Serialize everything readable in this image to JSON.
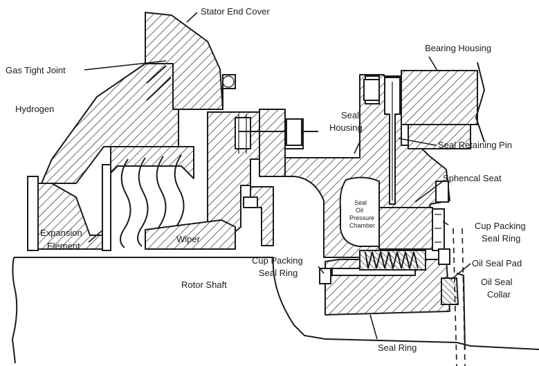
{
  "labels": {
    "stator_end_cover": "Stator End Cover",
    "gas_tight_joint": "Gas Tight Joint",
    "hydrogen": "Hydrogen",
    "bearing_housing": "Bearing Housing",
    "seal_housing_line1": "Seal",
    "seal_housing_line2": "Housing",
    "seal_retaining_pin": "Seal Retaining Pin",
    "spherical_seat": "Sphencal Seat",
    "cup_packing_right_line1": "Cup Packing",
    "cup_packing_right_line2": "Seal Ring",
    "oil_seal_pad": "Oil Seal Pad",
    "oil_seal_collar_line1": "Oil Seal",
    "oil_seal_collar_line2": "Collar",
    "cup_packing_left_line1": "Cup Packing",
    "cup_packing_left_line2": "Seal Ring",
    "rotor_shaft": "Rotor Shaft",
    "seal_ring": "Seal Ring",
    "wiper": "Wiper",
    "expansion_line1": "Expansion",
    "expansion_line2": "Element",
    "chamber_line1": "Seal",
    "chamber_line2": "Oil",
    "chamber_line3": "Pressure",
    "chamber_line4": "Chamber"
  },
  "colors": {
    "ink": "#1a1a1a",
    "paper": "#ffffff"
  }
}
